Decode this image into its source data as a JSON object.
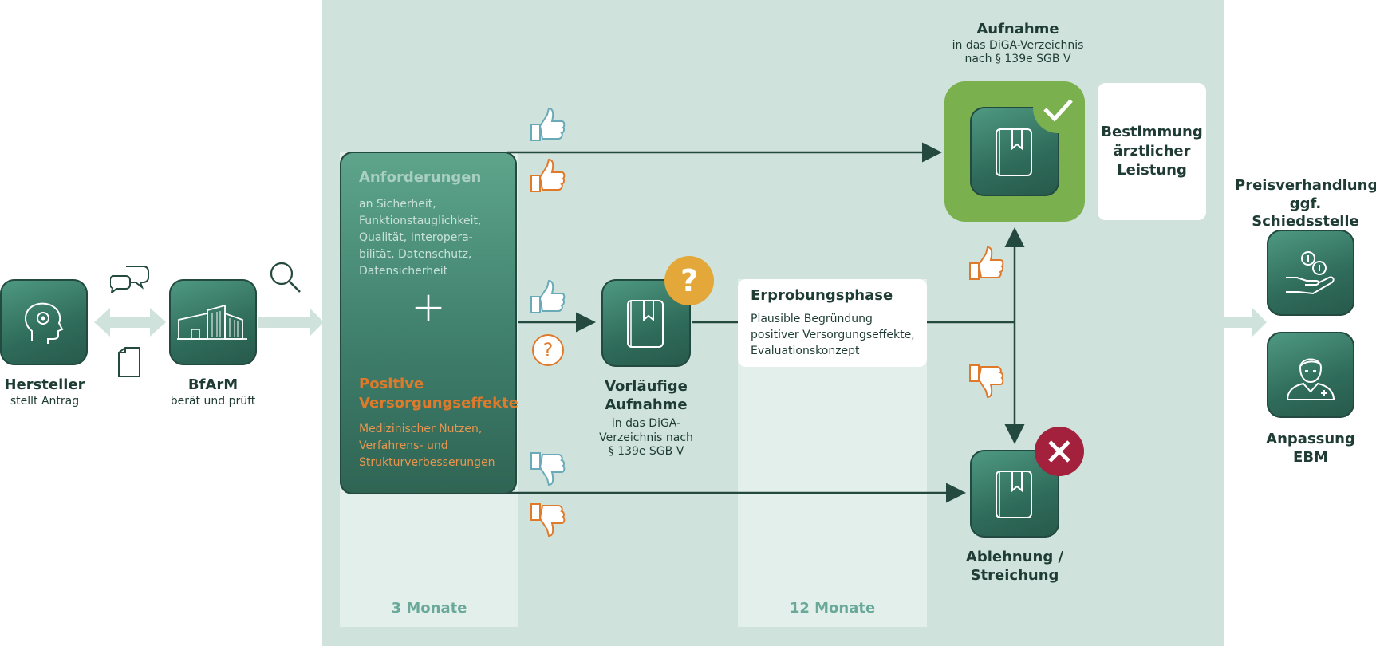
{
  "hersteller": {
    "title": "Hersteller",
    "subtitle": "stellt Antrag"
  },
  "bfarm": {
    "title": "BfArM",
    "subtitle": "berät und prüft"
  },
  "requirements": {
    "title": "Anforderungen",
    "text": [
      "an Sicherheit,",
      "Funktionstauglichkeit,",
      "Qualität, Interopera-",
      "bilität, Datenschutz,",
      "Datensicherheit"
    ],
    "plus": "+",
    "effects_title": [
      "Positive",
      "Versorgungseffekte"
    ],
    "effects_text": [
      "Medizinischer Nutzen,",
      "Verfahrens- und",
      "Strukturverbesserungen"
    ]
  },
  "columns": {
    "first": "3 Monate",
    "second": "12 Monate"
  },
  "provisional": {
    "title": [
      "Vorläufige",
      "Aufnahme"
    ],
    "text": [
      "in das DiGA-",
      "Verzeichnis nach",
      "§ 139e SGB V"
    ]
  },
  "trial": {
    "title": "Erprobungsphase",
    "text": [
      "Plausible Begründung",
      "positiver Versorgungseffekte,",
      "Evaluationskonzept"
    ]
  },
  "admission": {
    "title": "Aufnahme",
    "text": [
      "in das DiGA-Verzeichnis",
      "nach § 139e SGB V"
    ]
  },
  "medical": {
    "text": [
      "Bestimmung",
      "ärztlicher",
      "Leistung"
    ]
  },
  "rejection": {
    "title": [
      "Ablehnung /",
      "Streichung"
    ]
  },
  "pricing": {
    "title": [
      "Preisverhandlung,",
      "ggf. Schiedsstelle"
    ]
  },
  "ebm": {
    "title": [
      "Anpassung",
      "EBM"
    ]
  },
  "colors": {
    "dark_green": "#2f6b5a",
    "panel": "#cfe3dc",
    "light_col": "#e3efea",
    "orange": "#e07a2b",
    "accent_green": "#7ab04d",
    "red": "#a3213d",
    "gold": "#e3a73a"
  },
  "icons": [
    "head-gear-icon",
    "building-icon",
    "chat-icon",
    "document-icon",
    "magnifier-icon",
    "book-icon",
    "thumbs-up-icon",
    "thumbs-down-icon",
    "question-icon",
    "check-icon",
    "cross-icon",
    "coins-hand-icon",
    "doctor-icon"
  ]
}
